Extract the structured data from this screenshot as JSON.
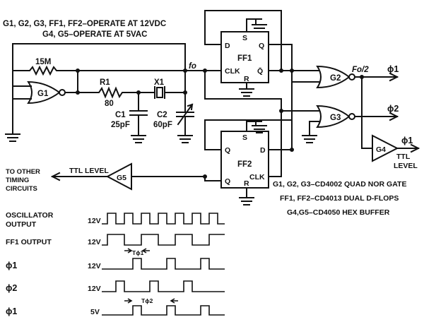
{
  "notes": {
    "operate_line1": "G1, G2, G3, FF1, FF2–OPERATE AT 12VDC",
    "operate_line2": "G4, G5–OPERATE AT 5VAC",
    "parts_line1": "G1, G2, G3–CD4002 QUAD NOR GATE",
    "parts_line2": "FF1, FF2–CD4013 DUAL D-FLOPS",
    "parts_line3": "G4,G5–CD4050 HEX BUFFER"
  },
  "components": {
    "g1": "G1",
    "g2": "G2",
    "g3": "G3",
    "g4": "G4",
    "g5": "G5",
    "ff1": "FF1",
    "ff2": "FF2",
    "r_feedback": "15M",
    "r1_name": "R1",
    "r1_value": "80",
    "c1_name": "C1",
    "c1_value": "25pF",
    "c2_name": "C2",
    "c2_value": "60pF",
    "x1": "X1"
  },
  "pins": {
    "d": "D",
    "q": "Q",
    "qbar": "Q̄",
    "s": "S",
    "r": "R",
    "clk": "CLK"
  },
  "signals": {
    "f0": "fo",
    "f0_half": "Fo/2",
    "phi1": "ϕ1",
    "phi2": "ϕ2",
    "ttl_level": "TTL LEVEL",
    "ttl_line1": "TTL",
    "ttl_line2": "LEVEL",
    "other_line1": "TO OTHER",
    "other_line2": "TIMING",
    "other_line3": "CIRCUITS"
  },
  "timing": {
    "rows": [
      {
        "label_line1": "OSCILLATOR",
        "label_line2": "OUTPUT",
        "level": "12V"
      },
      {
        "label_line1": "FF1 OUTPUT",
        "label_line2": "",
        "level": "12V"
      },
      {
        "label_line1": "ϕ1",
        "label_line2": "",
        "level": "12V"
      },
      {
        "label_line1": "ϕ2",
        "label_line2": "",
        "level": "12V"
      },
      {
        "label_line1": "ϕ1",
        "label_line2": "",
        "level": "5V"
      }
    ],
    "t_phi1": "Tϕ1",
    "t_phi2": "Tϕ2"
  }
}
